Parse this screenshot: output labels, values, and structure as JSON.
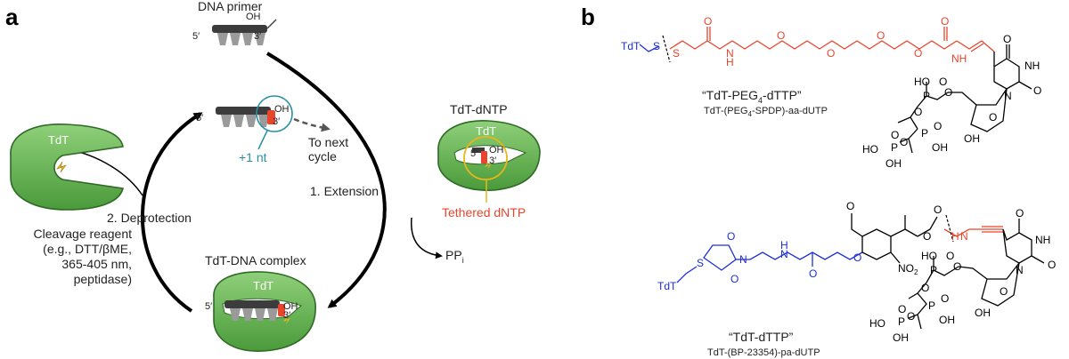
{
  "panel_a": {
    "label": "a",
    "dna_primer": "DNA primer",
    "prime5": "5′",
    "prime3": "3′",
    "oh": "OH",
    "plus_one": "+1 nt",
    "to_next_cycle": [
      "To next",
      "cycle"
    ],
    "tdt": "TdT",
    "tdt_dntp": "TdT-dNTP",
    "tethered": "Tethered dNTP",
    "extension": "1. Extension",
    "deprotection": "2. Deprotection",
    "pp": "PP",
    "pp_sub": "i",
    "cleavage": [
      "Cleavage reagent",
      "(e.g., DTT/βME,",
      "365-405 nm,",
      "peptidase)"
    ],
    "complex": "TdT-DNA complex"
  },
  "panel_b": {
    "label": "b",
    "top_name": "“TdT-PEG",
    "top_name_sub": "4",
    "top_name_end": "-dTTP”",
    "top_sub_a": "TdT-(PEG",
    "top_sub_sub": "4",
    "top_sub_b": "-SPDP)-aa-dUTP",
    "bottom_name": "“TdT-dTTP”",
    "bottom_sub": "TdT-(BP-23354)-pa-dUTP",
    "atoms": {
      "tdt": "TdT",
      "S": "S",
      "O": "O",
      "N": "N",
      "H": "H",
      "NH": "NH",
      "HN": "HN",
      "OH": "OH",
      "HO": "HO",
      "P": "P",
      "NO2": "NO",
      "two": "2"
    }
  },
  "colors": {
    "green": "#4f9a3f",
    "green_light": "#7cc36a",
    "red": "#e8452c",
    "blue": "#1d2fd6",
    "teal": "#2a8fa6",
    "yellow": "#e9b71a",
    "dna": "#444444",
    "dna_light": "#9a9a9a"
  }
}
